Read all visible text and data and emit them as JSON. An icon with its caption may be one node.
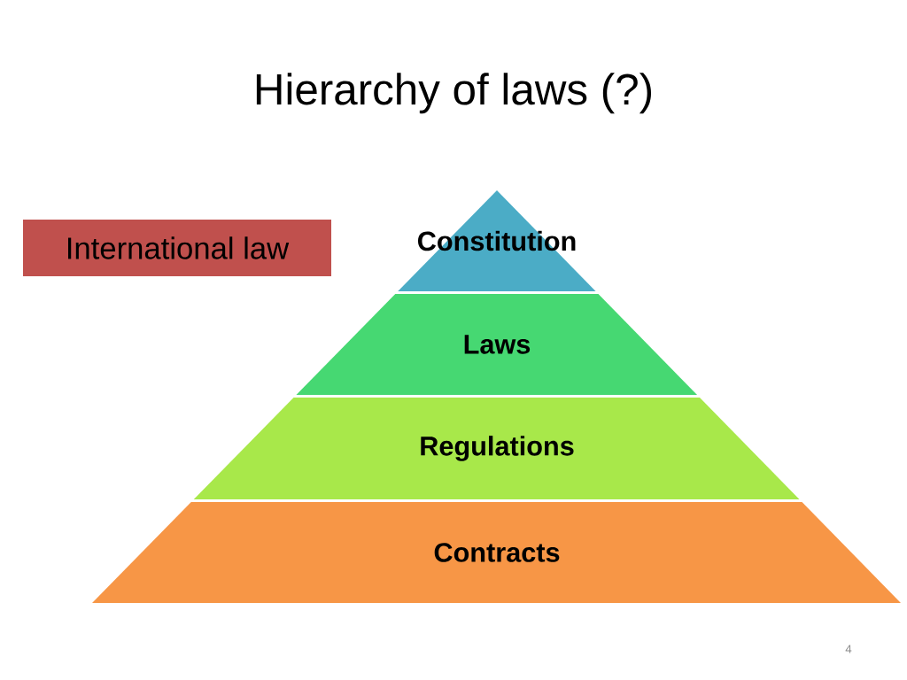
{
  "diagram": {
    "title": "Hierarchy of laws (?)",
    "nodes": [
      {
        "text": [
          "International law"
        ]
      },
      {
        "text": [
          "Constitution"
        ]
      },
      {
        "text": [
          "Laws"
        ]
      },
      {
        "text": [
          "Regulations"
        ]
      },
      {
        "text": [
          "Contracts"
        ]
      }
    ],
    "labels": [
      "4"
    ]
  }
}
